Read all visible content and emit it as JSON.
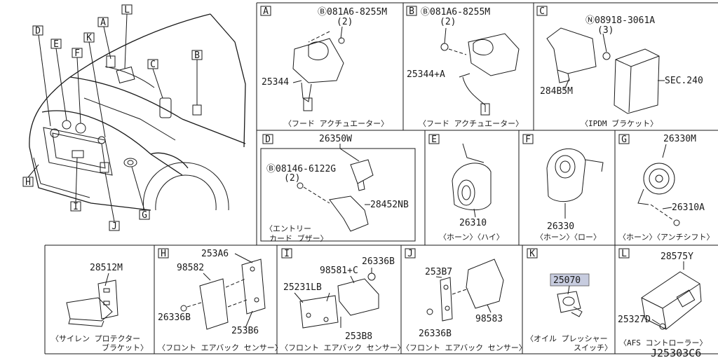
{
  "diagram_id": "J25303C6",
  "overview": {
    "callouts": [
      "A",
      "L",
      "D",
      "K",
      "E",
      "F",
      "C",
      "B",
      "H",
      "I",
      "J",
      "G"
    ]
  },
  "panels": {
    "A": {
      "letter": "A",
      "parts": [
        "Ⓑ081A6-8255M",
        "(2)",
        "25344"
      ],
      "caption": "〈フード アクチュエーター〉"
    },
    "B": {
      "letter": "B",
      "parts": [
        "Ⓑ081A6-8255M",
        "(2)",
        "25344+A"
      ],
      "caption": "〈フード アクチュエーター〉"
    },
    "C": {
      "letter": "C",
      "parts": [
        "Ⓝ08918-3061A",
        "(3)",
        "284B5M",
        "SEC.240"
      ],
      "caption": "〈IPDM ブラケット〉"
    },
    "D": {
      "letter": "D",
      "parts": [
        "26350W",
        "Ⓑ08146-6122G",
        "(2)",
        "28452NB"
      ],
      "caption_line1": "〈エントリー",
      "caption_line2": "カード ブザー〉"
    },
    "E": {
      "letter": "E",
      "parts": [
        "26310"
      ],
      "caption": "〈ホーン〉〈ハイ〉"
    },
    "F": {
      "letter": "F",
      "parts": [
        "26330"
      ],
      "caption": "〈ホーン〉〈ロー〉"
    },
    "G": {
      "letter": "G",
      "parts": [
        "26330M",
        "26310A"
      ],
      "caption": "〈ホーン〉〈アンチシフト〉"
    },
    "P1": {
      "parts": [
        "28512M"
      ],
      "caption_line1": "〈サイレン プロテクター",
      "caption_line2": "ブラケット〉"
    },
    "H": {
      "letter": "H",
      "parts": [
        "253A6",
        "98582",
        "26336B",
        "253B6"
      ],
      "caption": "〈フロント エアバック センサー〉"
    },
    "I": {
      "letter": "I",
      "parts": [
        "26336B",
        "98581+C",
        "25231LB",
        "253B8"
      ],
      "caption": "〈フロント エアバック センサー〉"
    },
    "J": {
      "letter": "J",
      "parts": [
        "253B7",
        "26336B",
        "98583"
      ],
      "caption": "〈フロント エアバック センサー〉"
    },
    "K": {
      "letter": "K",
      "parts": [
        "25070"
      ],
      "caption_line1": "〈オイル プレッシャー",
      "caption_line2": "スイッチ〉"
    },
    "L": {
      "letter": "L",
      "parts": [
        "28575Y",
        "25327D"
      ],
      "caption": "〈AFS コントローラー〉"
    }
  }
}
